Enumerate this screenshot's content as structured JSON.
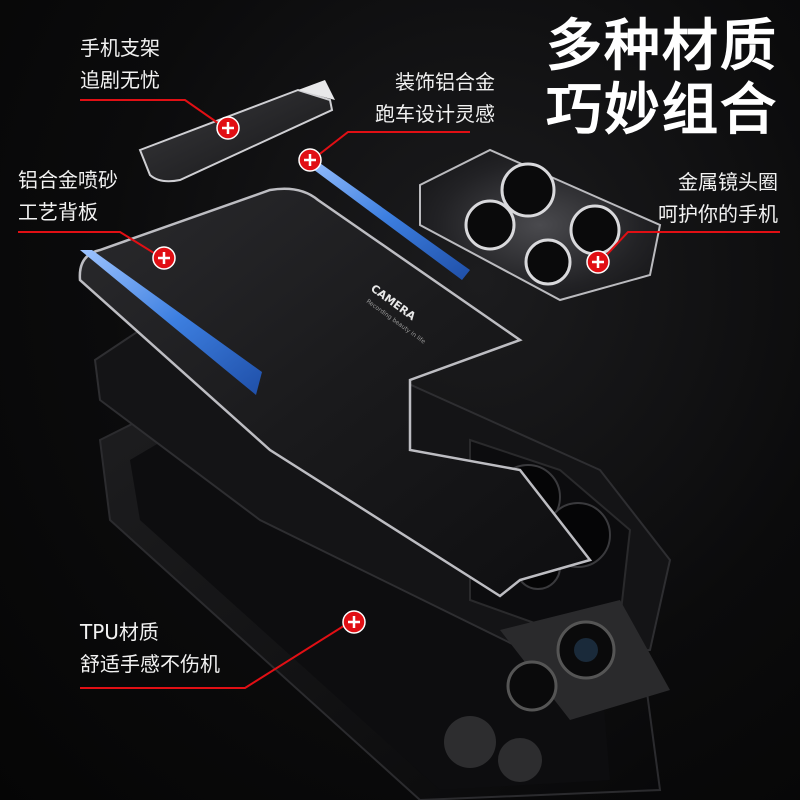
{
  "headline": {
    "line1": "多种材质",
    "line2": "巧妙组合"
  },
  "callouts": {
    "stand": {
      "line1": "手机支架",
      "line2": "追剧无忧"
    },
    "trim": {
      "line1": "装饰铝合金",
      "line2": "跑车设计灵感"
    },
    "backplate": {
      "line1": "铝合金喷砂",
      "line2": "工艺背板"
    },
    "lens_ring": {
      "line1": "金属镜头圈",
      "line2": "呵护你的手机"
    },
    "tpu": {
      "line1": "TPU材质",
      "line2": "舒适手感不伤机"
    }
  },
  "product": {
    "plate_text_main": "CAMERA",
    "plate_text_sub": "Recording beauty in life"
  },
  "colors": {
    "accent_red": "#e10f14",
    "trim_blue": "#3d7fe0",
    "background": "#0b0b0c"
  },
  "icons": {
    "marker": "plus-in-circle-icon"
  }
}
